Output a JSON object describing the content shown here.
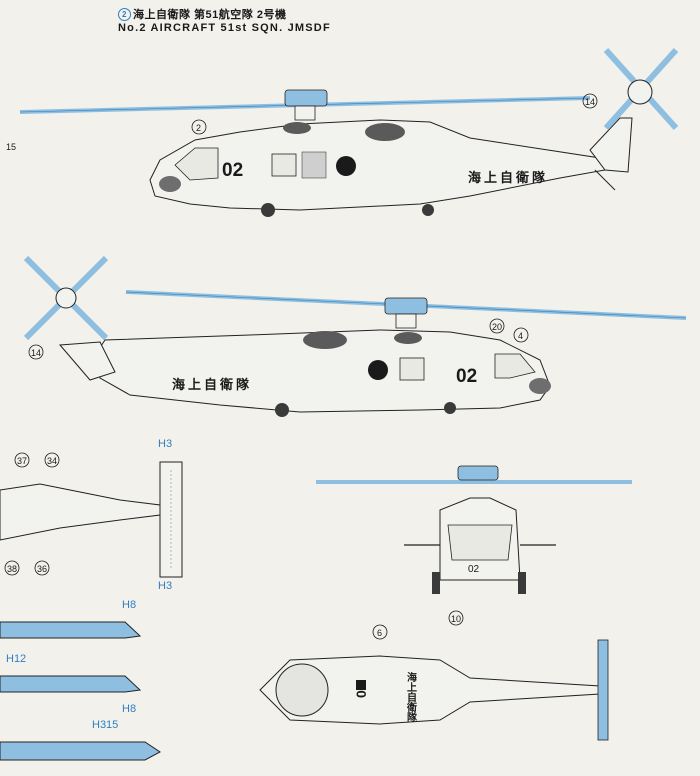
{
  "header": {
    "marker": "2",
    "title_jp": "海上自衛隊 第51航空隊 2号機",
    "title_en": "No.2 AIRCRAFT 51st SQN. JMSDF"
  },
  "aircraft": {
    "number": "02",
    "marking_jp": "海上自衛隊",
    "marking_jp_vertical": "海上自衛隊"
  },
  "callouts": [
    "2",
    "14",
    "15",
    "4",
    "20",
    "37",
    "34",
    "38",
    "36",
    "10",
    "6"
  ],
  "part_tags": {
    "h3": "H3",
    "h8": "H8",
    "h12": "H12",
    "h315": "H315"
  },
  "colors": {
    "blue": "#8fbfe0",
    "blue_dark": "#2f7fbf",
    "body": "#f2f2ee",
    "grey": "#6e6e6e",
    "dark": "#3a3a3a",
    "line": "#222222",
    "hinomaru": "#1a1a1a"
  }
}
